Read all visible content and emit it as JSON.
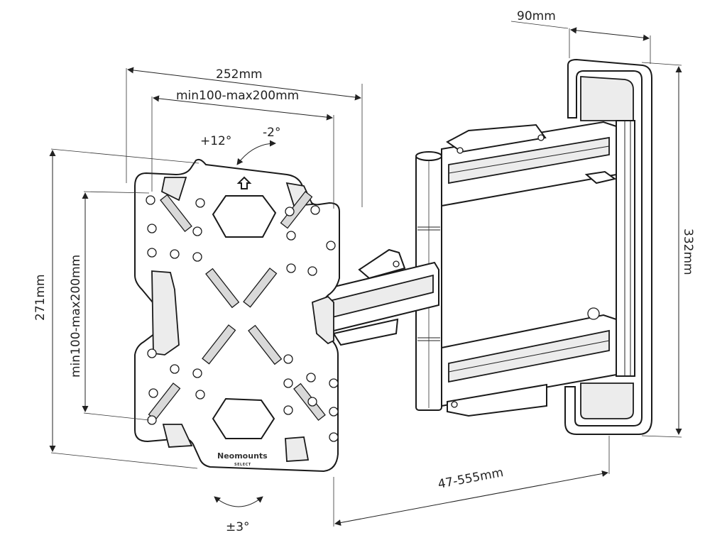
{
  "dimensions": {
    "plate_width": "252mm",
    "vesa_horizontal": "min100-max200mm",
    "plate_height": "271mm",
    "vesa_vertical": "min100-max200mm",
    "wall_plate_depth": "90mm",
    "wall_plate_height": "332mm",
    "arm_extension": "47-555mm"
  },
  "angles": {
    "tilt_up": "+12°",
    "tilt_down": "-2°",
    "rotation": "±3°"
  },
  "brand": {
    "name": "Neomounts",
    "sub": "SELECT"
  }
}
